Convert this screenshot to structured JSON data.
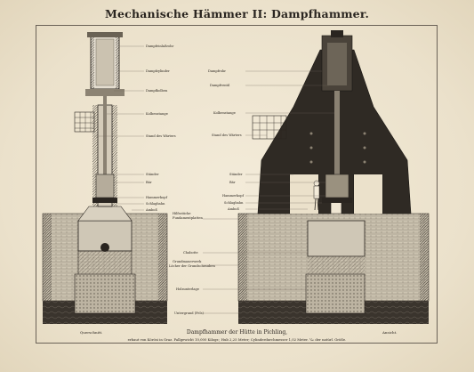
{
  "title": "Mechanische Hämmer II: Dampfhammer.",
  "left_labels": [
    "Dampfeinlaßrohr",
    "Dampfzylinder",
    "Dampfkolben",
    "Kolbenstange",
    "Stand des Wärters",
    "Ständer",
    "Bär",
    "Hammerkopf",
    "Schlagbahn",
    "Amboß"
  ],
  "center_labels": [
    "Hilfsstücke",
    "Fundamentplatten",
    "Chabotte",
    "Grundmauerwerk",
    "Löcher der Grundschrauben",
    "Holzunterlage",
    "Untergrund (Fels)"
  ],
  "right_labels": [
    "Dampfrohr",
    "Dampfventil",
    "Kolbenstange",
    "Stand des Wärters",
    "Ständer",
    "Bär",
    "Hammerkopf",
    "Schlagbahn",
    "Amboß"
  ],
  "view_left": "Querschnitt.",
  "view_right": "Ansicht.",
  "caption": "Dampfhammer der Hütte in Pichling,",
  "subcaption": "erbaut von Körösi in Graz. Fallgewicht 10,000 Kilogr.; Hub 2,25 Meter; Cylinderdurchmesser 1,02 Meter. ¹⁄₆₀ der natürl. Größe."
}
